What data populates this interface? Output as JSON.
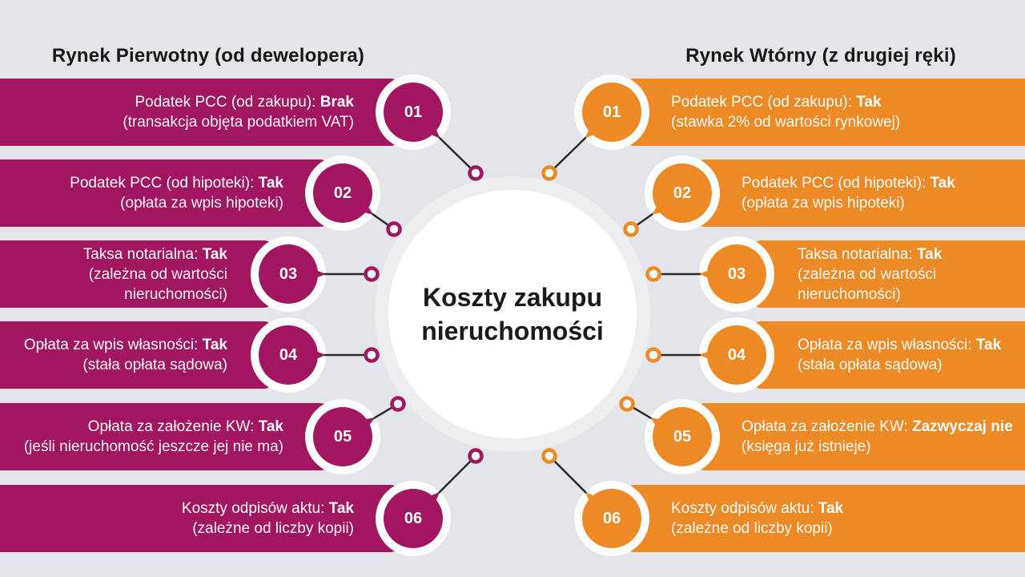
{
  "center": {
    "title_line1": "Koszty zakupu",
    "title_line2": "nieruchomości"
  },
  "left": {
    "header": "Rynek Pierwotny (od dewelopera)",
    "accent_color": "#A1165F",
    "items": [
      {
        "num": "01",
        "label": "Podatek PCC (od zakupu):",
        "value": "Brak",
        "note": "(transakcja objęta podatkiem VAT)"
      },
      {
        "num": "02",
        "label": "Podatek PCC (od hipoteki):",
        "value": "Tak",
        "note": "(opłata za wpis hipoteki)"
      },
      {
        "num": "03",
        "label": "Taksa notarialna:",
        "value": "Tak",
        "note": "(zależna od wartości nieruchomości)"
      },
      {
        "num": "04",
        "label": "Opłata za wpis własności:",
        "value": "Tak",
        "note": "(stała opłata sądowa)"
      },
      {
        "num": "05",
        "label": "Opłata za założenie KW:",
        "value": "Tak",
        "note": "(jeśli nieruchomość jeszcze jej nie ma)"
      },
      {
        "num": "06",
        "label": "Koszty odpisów aktu:",
        "value": "Tak",
        "note": "(zależne od liczby kopii)"
      }
    ]
  },
  "right": {
    "header": "Rynek Wtórny (z drugiej ręki)",
    "accent_color": "#EE8A25",
    "items": [
      {
        "num": "01",
        "label": "Podatek PCC (od zakupu):",
        "value": "Tak",
        "note": "(stawka 2% od wartości rynkowej)"
      },
      {
        "num": "02",
        "label": "Podatek PCC (od hipoteki):",
        "value": "Tak",
        "note": "(opłata za wpis hipoteki)"
      },
      {
        "num": "03",
        "label": "Taksa notarialna:",
        "value": "Tak",
        "note": "(zależna od wartości nieruchomości)"
      },
      {
        "num": "04",
        "label": "Opłata za wpis własności:",
        "value": "Tak",
        "note": "(stała opłata sądowa)"
      },
      {
        "num": "05",
        "label": "Opłata za założenie KW:",
        "value": "Zazwyczaj nie",
        "note": "(księga już istnieje)"
      },
      {
        "num": "06",
        "label": "Koszty odpisów aktu:",
        "value": "Tak",
        "note": "(zależne od liczby kopii)"
      }
    ]
  },
  "colors": {
    "background": "#E3E5E8",
    "connector_line": "#2B2B2B",
    "title_text": "#1A1A1A"
  }
}
